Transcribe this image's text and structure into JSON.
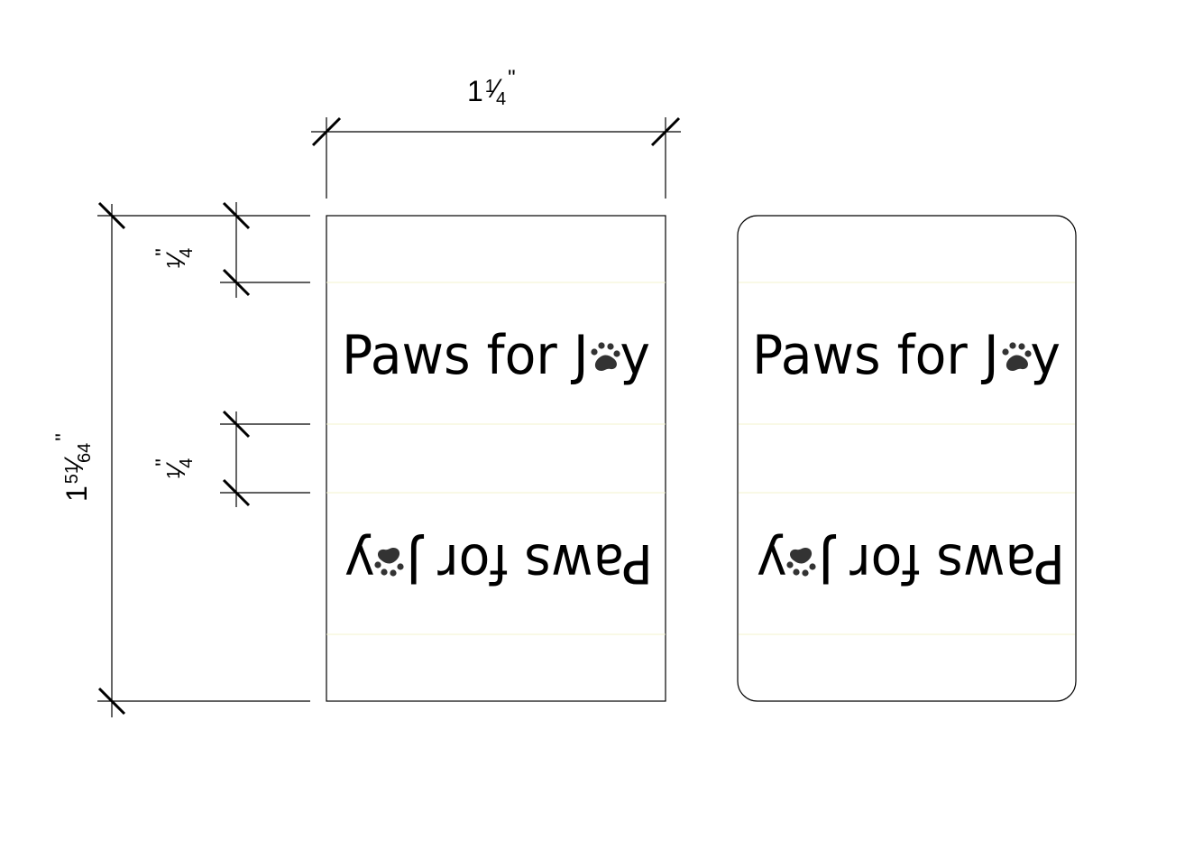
{
  "dimensions": {
    "width": {
      "whole": "1",
      "num": "1",
      "den": "4",
      "mark": "\""
    },
    "height": {
      "whole": "1",
      "num": "51",
      "den": "64",
      "mark": "\""
    },
    "top_margin": {
      "whole": "",
      "num": "1",
      "den": "4",
      "mark": "\""
    },
    "middle_gap": {
      "whole": "",
      "num": "1",
      "den": "4",
      "mark": "\""
    }
  },
  "labels": {
    "square_top": "Paws for Joy",
    "square_bottom": "Paws for Joy",
    "rounded_top": "Paws for Joy",
    "rounded_bottom": "Paws for Joy"
  },
  "colors": {
    "line": "#000000",
    "guide": "#f3f3cc",
    "paw": "#333333",
    "background": "#ffffff"
  },
  "icons": {
    "paw": "paw-print-icon"
  }
}
